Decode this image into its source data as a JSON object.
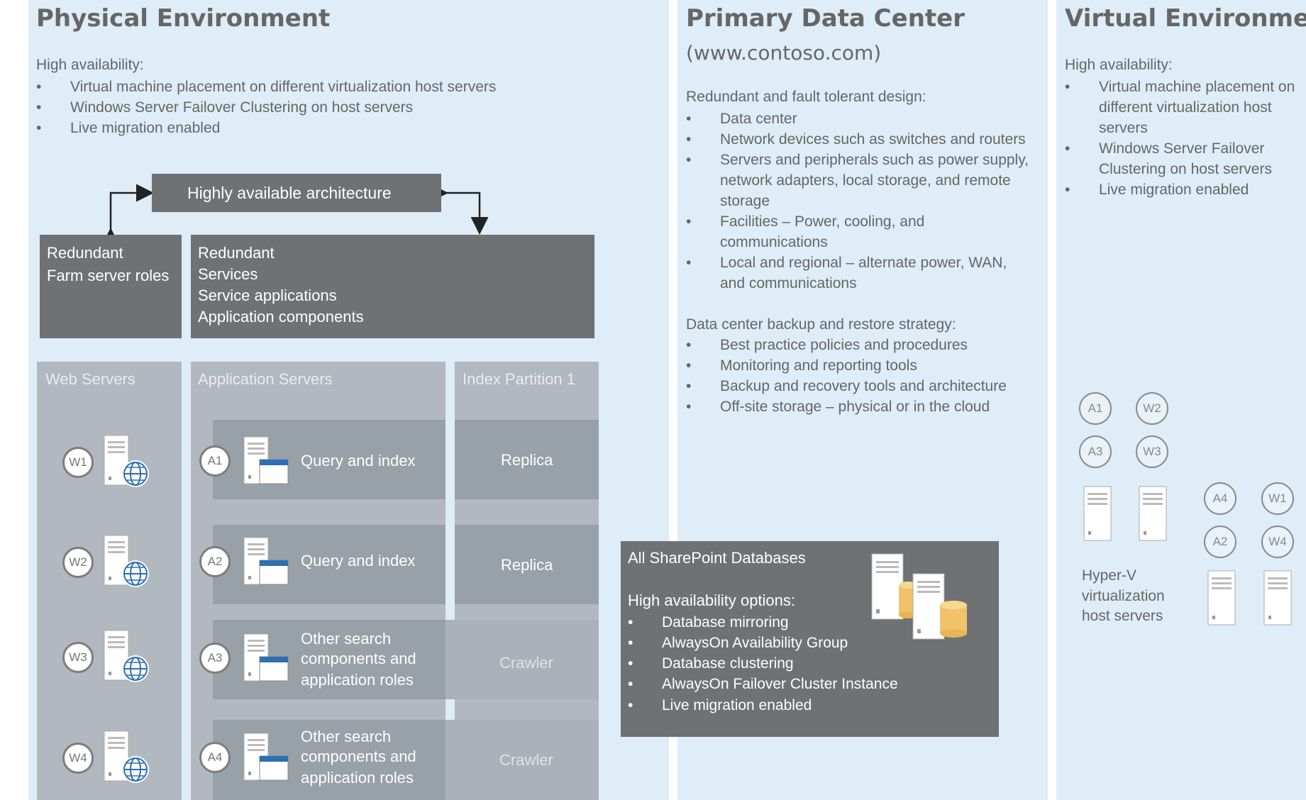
{
  "physical": {
    "title": "Physical Environment",
    "ha_label": "High availability:",
    "ha_items": [
      "Virtual machine placement on different virtualization host servers",
      "Windows Server Failover Clustering on host servers",
      "Live migration enabled"
    ],
    "arch_label": "Highly available architecture",
    "redundant_farm": [
      "Redundant",
      "Farm server roles"
    ],
    "redundant_services": [
      "Redundant",
      "Services",
      "Service applications",
      "Application components"
    ],
    "web_servers_header": "Web Servers",
    "app_servers_header": "Application Servers",
    "index_header": "Index Partition 1",
    "web_servers": [
      "W1",
      "W2",
      "W3",
      "W4"
    ],
    "app_servers": [
      {
        "id": "A1",
        "role": [
          "Query and index"
        ],
        "partition": "Replica"
      },
      {
        "id": "A2",
        "role": [
          "Query and index"
        ],
        "partition": "Replica"
      },
      {
        "id": "A3",
        "role": [
          "Other search",
          "components and",
          "application roles"
        ],
        "partition": "Crawler"
      },
      {
        "id": "A4",
        "role": [
          "Other search",
          "components and",
          "application roles"
        ],
        "partition": "Crawler"
      }
    ]
  },
  "primary": {
    "title": "Primary Data Center",
    "subtitle": "(www.contoso.com)",
    "redundant_label": "Redundant and fault tolerant design:",
    "redundant_items": [
      [
        "Data center"
      ],
      [
        "Network devices such as switches and routers"
      ],
      [
        "Servers and peripherals such as power supply,",
        "network adapters, local storage, and remote",
        "storage"
      ],
      [
        "Facilities – Power, cooling, and",
        "communications"
      ],
      [
        "Local and regional – alternate power, WAN,",
        "and communications"
      ]
    ],
    "backup_label": "Data center backup and restore strategy:",
    "backup_items": [
      "Best practice policies and procedures",
      "Monitoring and reporting tools",
      "Backup and recovery tools and architecture",
      "Off-site storage – physical or in the cloud"
    ]
  },
  "databases": {
    "title": "All SharePoint Databases",
    "ha_label": "High availability options:",
    "items": [
      "Database mirroring",
      "AlwaysOn Availability Group",
      "Database clustering",
      "AlwaysOn Failover Cluster Instance",
      "Live migration enabled"
    ]
  },
  "virtual": {
    "title": "Virtual Environment",
    "ha_label": "High availability:",
    "ha_items": [
      [
        "Virtual machine placement on",
        "different virtualization host",
        "servers"
      ],
      [
        "Windows Server Failover",
        "Clustering on host servers"
      ],
      [
        "Live migration enabled"
      ]
    ],
    "host_group_1": [
      [
        "A1",
        "W2"
      ],
      [
        "A3",
        "W3"
      ]
    ],
    "host_group_2": [
      [
        "A4",
        "W1"
      ],
      [
        "A2",
        "W4"
      ]
    ],
    "hyperv_label": [
      "Hyper-V",
      "virtualization",
      "host servers"
    ]
  },
  "colors": {
    "panel_bg": "#deedf7",
    "dark_box": "#707174",
    "column_bg": "#b2b8bf",
    "row_bg": "#98a0a8",
    "db_gold": "#f0c36a"
  }
}
